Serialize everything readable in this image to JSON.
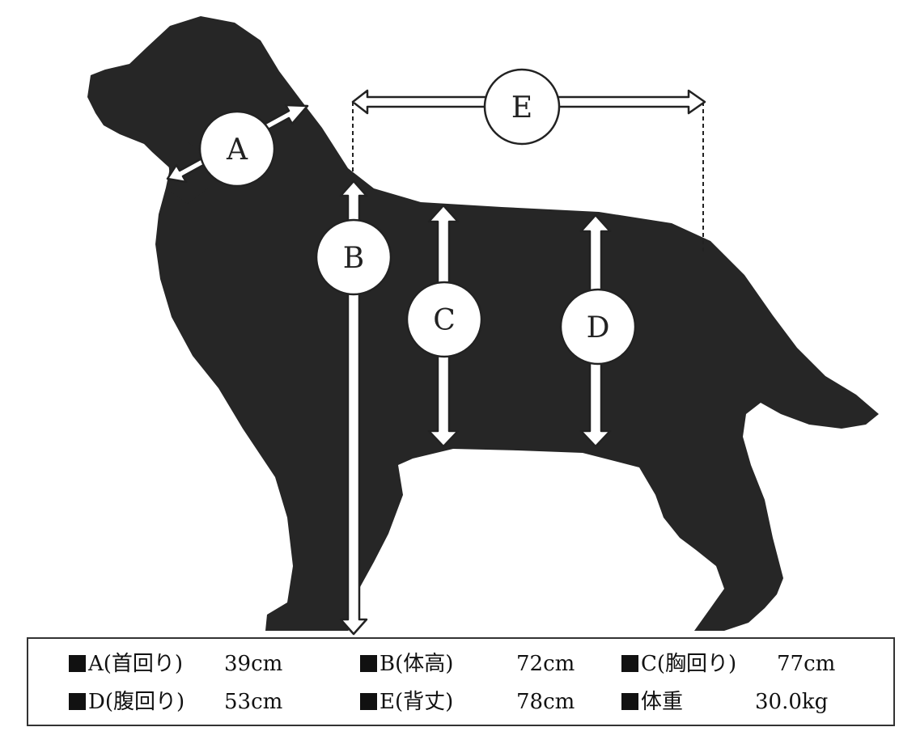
{
  "colors": {
    "silhouette": "#262626",
    "arrow_fill": "#ffffff",
    "arrow_stroke": "#222222",
    "legend_border": "#333333"
  },
  "markers": {
    "a": "A",
    "b": "B",
    "c": "C",
    "d": "D",
    "e": "E"
  },
  "legend": {
    "bullet_icon": "black-square",
    "items": [
      {
        "label": "A(首回り)",
        "value": "39cm"
      },
      {
        "label": "B(体高)",
        "value": "72cm"
      },
      {
        "label": "C(胸回り)",
        "value": "77cm"
      },
      {
        "label": "D(腹回り)",
        "value": "53cm"
      },
      {
        "label": "E(背丈)",
        "value": "78cm"
      },
      {
        "label": "体重",
        "value": "30.0kg"
      }
    ]
  }
}
